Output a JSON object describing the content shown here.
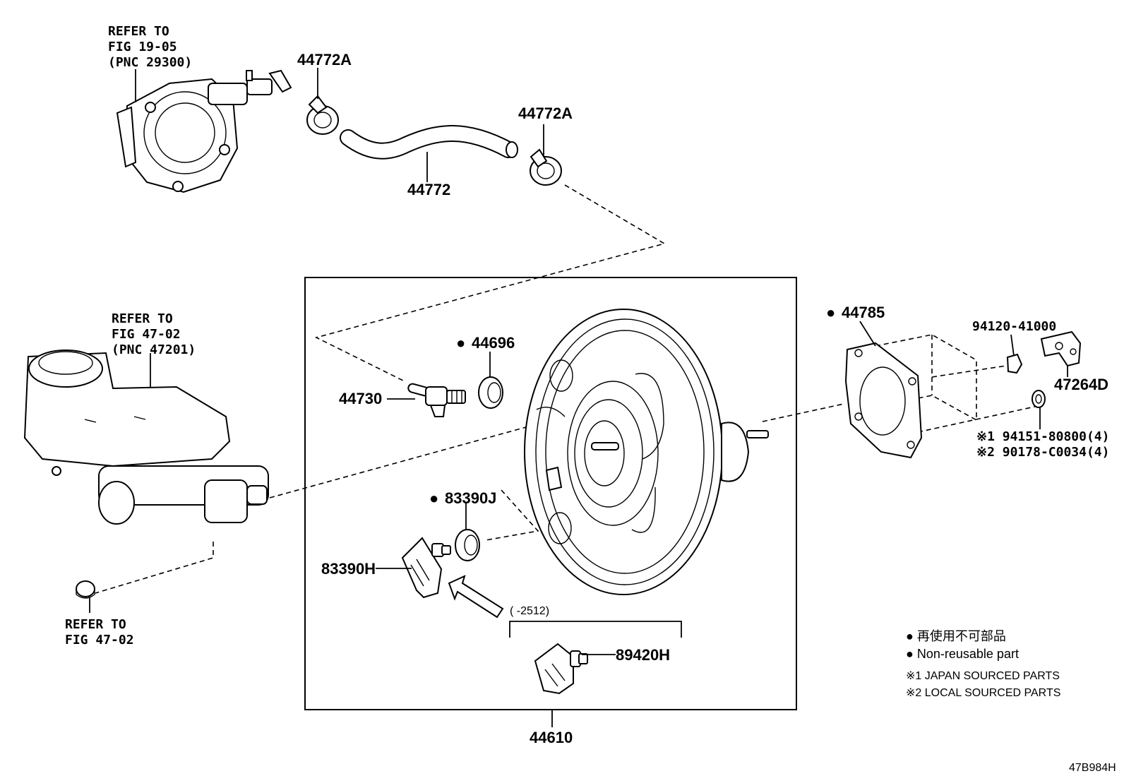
{
  "refs": {
    "vacuum_pump": [
      "REFER TO",
      "FIG 19-05",
      "(PNC 29300)"
    ],
    "master_cylinder": [
      "REFER TO",
      "FIG 47-02",
      "(PNC 47201)"
    ],
    "cap": [
      "REFER TO",
      "FIG 47-02"
    ]
  },
  "parts": {
    "clamp_top": "44772A",
    "clamp_right": "44772A",
    "hose": "44772",
    "check_valve": "44730",
    "grommet": "44696",
    "grommet_bullet": "●",
    "gasket": "44785",
    "gasket_bullet": "●",
    "nut": "94120-41000",
    "bracket": "47264D",
    "bolt_note_1": "※1 94151-80800(4)",
    "bolt_note_2": "※2 90178-C0034(4)",
    "seal": "83390J",
    "seal_bullet": "●",
    "sensor": "83390H",
    "vacuum_sensor": "89420H",
    "booster_assy": "44610",
    "date_range": "(      -2512)"
  },
  "legend": {
    "jp": "● 再使用不可部品",
    "en": "● Non-reusable part",
    "note1": "※1 JAPAN SOURCED PARTS",
    "note2": "※2 LOCAL SOURCED PARTS"
  },
  "figure_id": "47B984H"
}
